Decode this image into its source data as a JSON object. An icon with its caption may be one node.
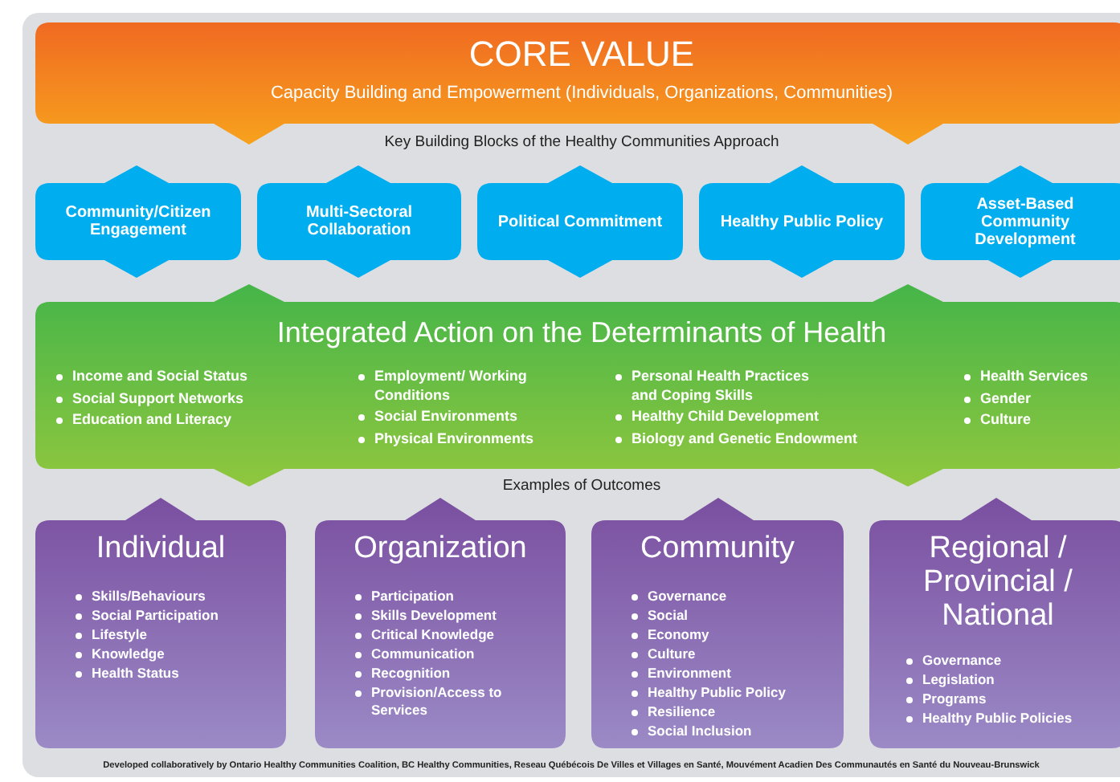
{
  "diagram": {
    "nodes": [
      {
        "text": [
          "CORE VALUE",
          "Capacity Building and Empowerment (Individuals, Organizations, Communities)"
        ]
      },
      {
        "text": [
          "Community/Citizen Engagement"
        ]
      },
      {
        "text": [
          "Multi-Sectoral Collaboration"
        ]
      },
      {
        "text": [
          "Political Commitment"
        ]
      },
      {
        "text": [
          "Healthy Public Policy"
        ]
      },
      {
        "text": [
          "Asset-Based Community Development"
        ]
      },
      {
        "text": [
          "Integrated Action on the Determinants of Health",
          "Income and Social Status",
          "Social Support Networks",
          "Education and Literacy",
          "Employment/ Working Conditions",
          "Social Environments",
          "Physical Environments",
          "Personal Health Practices and Coping Skills",
          "Healthy Child Development",
          "Biology and Genetic Endowment",
          "Health Services",
          "Gender",
          "Culture"
        ]
      },
      {
        "text": [
          "Individual",
          "Skills/Behaviours",
          "Social Participation",
          "Lifestyle",
          "Knowledge",
          "Health Status"
        ]
      },
      {
        "text": [
          "Organization",
          "Participation",
          "Skills Development",
          "Critical Knowledge",
          "Communication",
          "Recognition",
          "Provision/Access to Services"
        ]
      },
      {
        "text": [
          "Community",
          "Governance",
          "Social",
          "Economy",
          "Culture",
          "Environment",
          "Healthy Public Policy",
          "Resilience",
          "Social Inclusion"
        ]
      },
      {
        "text": [
          "Regional / Provincial / National",
          "Governance",
          "Legislation",
          "Programs",
          "Healthy Public Policies"
        ]
      }
    ],
    "labels": [
      "Key Building Blocks of the Healthy Communities Approach",
      "Examples of Outcomes",
      "Developed collaboratively by Ontario Healthy Communities Coalition, BC Healthy Communities, Reseau Québécois De Villes et Villages en Santé, Mouvément Acadien Des Communautés en Santé du Nouveau-Brunswick"
    ]
  }
}
